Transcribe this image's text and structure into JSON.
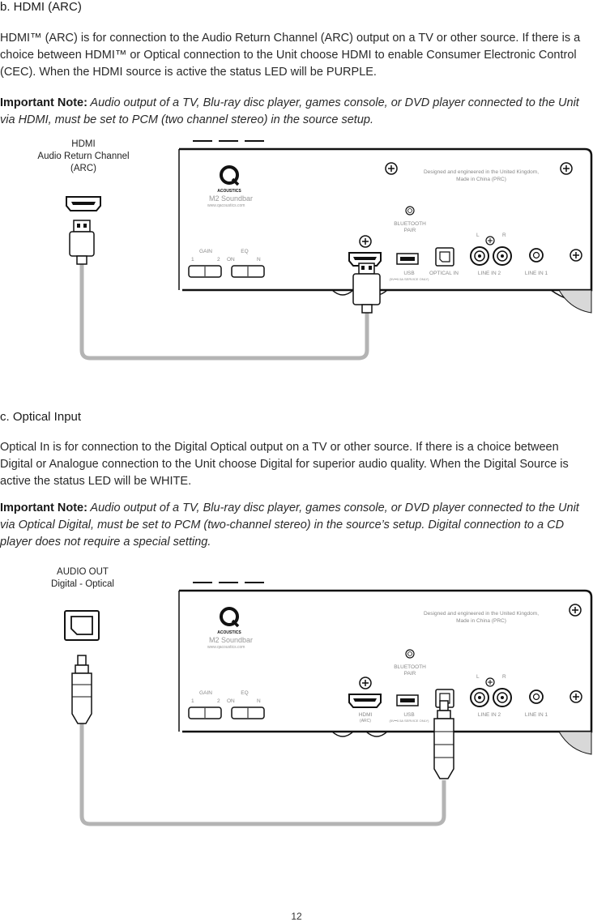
{
  "sections": [
    {
      "heading": "b. HDMI (ARC)",
      "body": "HDMI™ (ARC) is for connection to the Audio Return Channel (ARC) output on a TV or other source. If there is a choice between HDMI™ or Optical connection to the Unit choose HDMI to enable Consumer Electronic Control (CEC). When the HDMI source is active the status LED will be PURPLE.",
      "note_label": "Important Note:",
      "note_text": " Audio output of a TV, Blu-ray disc player, games console, or DVD player connected to the Unit via HDMI, must be set to PCM (two channel stereo) in the source setup.",
      "source_label": [
        "HDMI",
        "Audio Return Channel",
        "(ARC)"
      ]
    },
    {
      "heading": "c. Optical Input",
      "body": "Optical In is for connection to the Digital Optical output on a TV or other source. If there is a choice between Digital or Analogue connection to the Unit choose Digital for superior audio quality. When the Digital Source is active the status LED will be WHITE.",
      "note_label": "Important Note:",
      "note_text": " Audio output of a TV, Blu-ray disc player, games console, or DVD player connected to the Unit via Optical Digital, must be set to PCM (two-channel stereo) in the source’s setup. Digital connection to a CD player does not require a special setting.",
      "source_label": [
        "AUDIO OUT",
        "Digital - Optical"
      ]
    }
  ],
  "panel": {
    "brand": "ACOUSTICS",
    "model": "M2 Soundbar",
    "website": "www.qacoustics.com",
    "origin_line1": "Designed and engineered in the United Kingdom,",
    "origin_line2": "Made in China (PRC)",
    "bluetooth": "BLUETOOTH",
    "pair": "PAIR",
    "gain": "GAIN",
    "gain_1": "1",
    "gain_2": "2",
    "eq": "EQ",
    "eq_on": "ON",
    "eq_n": "N",
    "hdmi": "HDMI",
    "arc": "(ARC)",
    "usb": "USB",
    "usb_sub": "(5V⎓0.5A SERVICE ONLY)",
    "optical_in": "OPTICAL IN",
    "line_in_2": "LINE IN 2",
    "line_in_1": "LINE IN 1",
    "left": "L",
    "right": "R"
  },
  "page_number": "12",
  "colors": {
    "cable": "#b4b4b4",
    "ink": "#1a1a1a",
    "panel_text": "#888888"
  }
}
